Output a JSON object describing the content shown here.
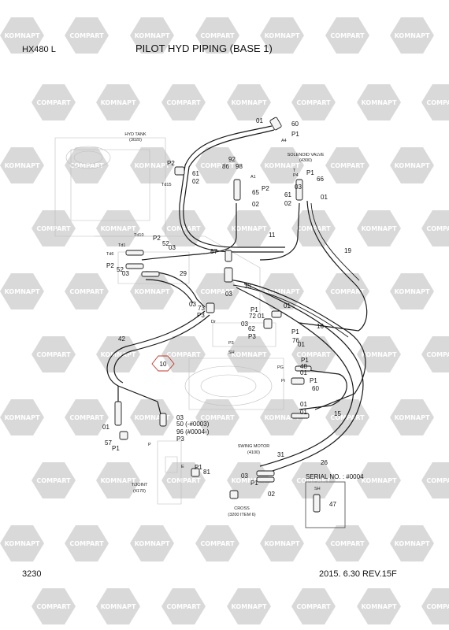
{
  "header": {
    "model": "HX480 L",
    "title": "PILOT HYD PIPING (BASE 1)"
  },
  "footer": {
    "page_number": "3230",
    "revision": "2015. 6.30  REV.15F"
  },
  "watermark": {
    "brand_a": "KOMNAPT",
    "brand_b": "COMPART",
    "color": "#d9d9d9"
  },
  "components": {
    "hyd_tank": "HYD TANK",
    "hyd_tank_ref": "(3020)",
    "solenoid_valve": "SOLENOID VALVE",
    "solenoid_valve_ref": "(4300)",
    "swing_motor": "SWING MOTOR",
    "swing_motor_ref": "(4100)",
    "tjoint": "T/JOINT",
    "tjoint_ref": "(4170)",
    "cross": "CROSS",
    "cross_ref": "(3200 ITEM 6)"
  },
  "serial_box": {
    "label": "SERIAL NO. : #0004",
    "item": "47",
    "sh": "SH"
  },
  "callouts": {
    "c10": "10",
    "notes_50": "50 (-#0003)",
    "notes_96": "96 (#0004-)"
  },
  "port_labels": {
    "A4": "A4",
    "A1": "A1",
    "T": "T",
    "P4": "P4",
    "Td15": "Td15",
    "Td10": "Td10",
    "Td1": "Td1",
    "Td6": "Td6",
    "P3": "P3",
    "Dr": "Dr",
    "SH": "SH",
    "PG": "PG",
    "Pi": "Pi",
    "P": "P",
    "E": "E"
  },
  "labels": {
    "l01_top": "01",
    "l60_top": "60",
    "lP1_top": "P1",
    "l92": "92",
    "l86": "86",
    "l98": "98",
    "lP2_tank": "P2",
    "l61_tank": "61",
    "l02_tank": "02",
    "lP1_sv": "P1",
    "l66": "66",
    "l01_sv": "01",
    "l65": "65",
    "lP2_mid": "P2",
    "l61_mid": "61",
    "l02_mid_a": "02",
    "l02_mid_b": "02",
    "l03_sv": "03",
    "l11": "11",
    "l19": "19",
    "lP2_left": "P2",
    "l52_a": "52",
    "l03_a": "03",
    "lP2_left2": "P2",
    "l52_b": "52",
    "l03_b": "03",
    "l87": "87",
    "l29": "29",
    "l33": "33",
    "l03_c": "03",
    "l73": "73",
    "lP3_a": "P3",
    "l03_d": "03",
    "lP1_mid": "P1",
    "l72": "72",
    "l01_mid": "01",
    "l01_mid2": "01",
    "l03_e": "03",
    "l62": "62",
    "lP3_b": "P3",
    "l16": "16",
    "l42": "42",
    "lP1_r": "P1",
    "l76": "76",
    "l01_r": "01",
    "lP1_r2": "P1",
    "l48": "48",
    "l01_r2": "01",
    "lP1_r3": "P1",
    "l60_r": "60",
    "l01_r3": "01",
    "l01_r4": "01",
    "l15": "15",
    "l03_f": "03",
    "l01_left": "01",
    "l57": "57",
    "lP1_left": "P1",
    "lP3_c": "P3",
    "lP1_e": "P1",
    "l81": "81",
    "l31": "31",
    "l26": "26",
    "l03_g": "03",
    "lP1_g": "P1",
    "l02_g": "02"
  }
}
